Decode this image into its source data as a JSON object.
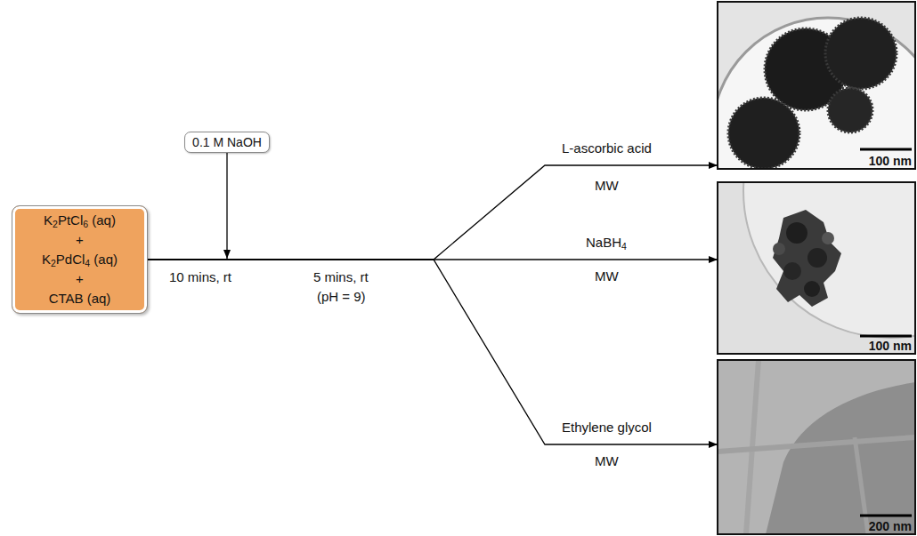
{
  "diagram": {
    "nodes": [
      {
        "text": [
          "K2PtCl6 (aq)",
          "+",
          "K2PdCl4 (aq)",
          "+",
          "CTAB (aq)"
        ]
      },
      {
        "text": [
          "0.1 M NaOH"
        ]
      },
      {
        "text": [
          "100 nm"
        ]
      },
      {
        "text": [
          "100 nm"
        ]
      },
      {
        "text": [
          "200 nm"
        ]
      }
    ],
    "edges": [
      {
        "from": 0,
        "to": 2,
        "arrow": "to"
      },
      {
        "from": 0,
        "to": 3,
        "arrow": "to"
      },
      {
        "from": 0,
        "to": 4,
        "arrow": "to"
      }
    ],
    "labels": [
      "10 mins, rt",
      "5 mins, rt",
      "(pH = 9)",
      "L-ascorbic acid",
      "MW",
      "NaBH4",
      "MW",
      "Ethylene glycol",
      "MW"
    ]
  }
}
